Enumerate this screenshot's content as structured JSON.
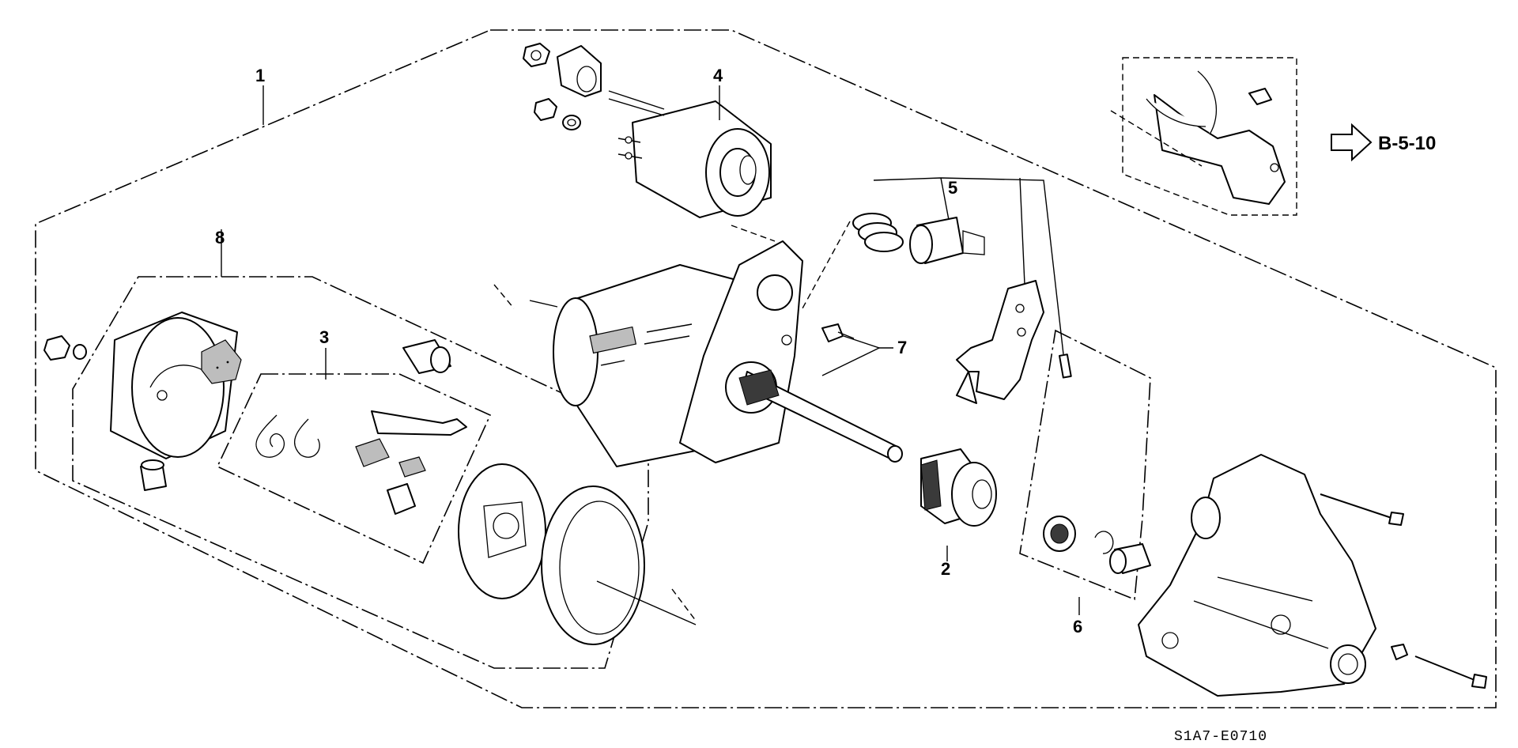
{
  "diagram": {
    "callouts": [
      {
        "id": "1",
        "text": "1"
      },
      {
        "id": "2",
        "text": "2"
      },
      {
        "id": "3",
        "text": "3"
      },
      {
        "id": "4",
        "text": "4"
      },
      {
        "id": "5",
        "text": "5"
      },
      {
        "id": "6",
        "text": "6"
      },
      {
        "id": "7",
        "text": "7"
      },
      {
        "id": "8",
        "text": "8"
      }
    ],
    "reference": {
      "text": "B-5-10",
      "icon": "hollow-arrow-right-icon"
    },
    "drawing_code": "S1A7-E0710",
    "colors": {
      "line": "#000000",
      "background": "#ffffff",
      "shading": "#bdbdbd"
    }
  }
}
